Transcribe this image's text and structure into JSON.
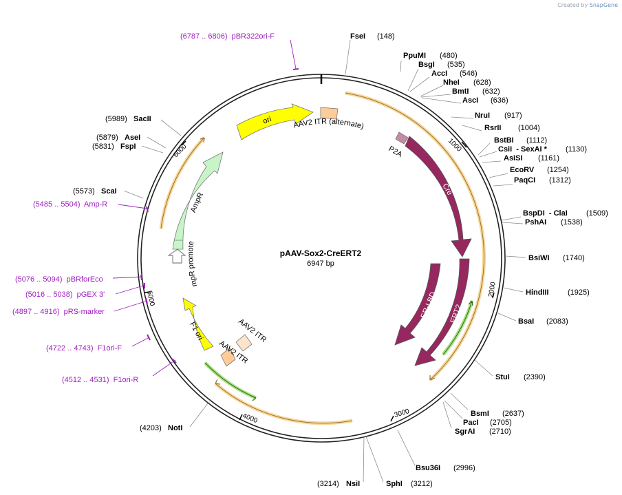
{
  "credit": {
    "prefix": "Created by",
    "brand": "SnapGene"
  },
  "plasmid": {
    "name": "pAAV-Sox2-CreERT2",
    "size_label": "6947 bp",
    "length": 6947
  },
  "ticks": [
    "1000",
    "2000",
    "3000",
    "4000",
    "5000",
    "6000"
  ],
  "sites": [
    {
      "name": "FseI",
      "pos": "(148)"
    },
    {
      "name": "PpuMI",
      "pos": "(480)"
    },
    {
      "name": "BsgI",
      "pos": "(535)"
    },
    {
      "name": "AccI",
      "pos": "(546)"
    },
    {
      "name": "NheI",
      "pos": "(628)"
    },
    {
      "name": "BmtI",
      "pos": "(632)"
    },
    {
      "name": "AscI",
      "pos": "(636)"
    },
    {
      "name": "NruI",
      "pos": "(917)"
    },
    {
      "name": "RsrII",
      "pos": "(1004)"
    },
    {
      "name": "BstBI",
      "pos": "(1112)"
    },
    {
      "name": "CsiI  - SexAI *",
      "pos": "(1130)"
    },
    {
      "name": "AsiSI",
      "pos": "(1161)"
    },
    {
      "name": "EcoRV",
      "pos": "(1254)"
    },
    {
      "name": "PaqCI",
      "pos": "(1312)"
    },
    {
      "name": "BspDI  - ClaI",
      "pos": "(1509)"
    },
    {
      "name": "PshAI",
      "pos": "(1538)"
    },
    {
      "name": "BsiWI",
      "pos": "(1740)"
    },
    {
      "name": "HindIII",
      "pos": "(1925)"
    },
    {
      "name": "BsaI",
      "pos": "(2083)"
    },
    {
      "name": "StuI",
      "pos": "(2390)"
    },
    {
      "name": "BsmI",
      "pos": "(2637)"
    },
    {
      "name": "PacI",
      "pos": "(2705)"
    },
    {
      "name": "SgrAI",
      "pos": "(2710)"
    },
    {
      "name": "Bsu36I",
      "pos": "(2996)"
    },
    {
      "name": "SphI",
      "pos": "(3212)"
    },
    {
      "name": "NsiI",
      "pos": "(3214)"
    },
    {
      "name": "NotI",
      "pos": "(4203)"
    },
    {
      "name": "ScaI",
      "pos": "(5573)"
    },
    {
      "name": "FspI",
      "pos": "(5831)"
    },
    {
      "name": "AseI",
      "pos": "(5879)"
    },
    {
      "name": "SacII",
      "pos": "(5989)"
    }
  ],
  "primers": [
    {
      "label": "(6787 .. 6806)  pBR322ori-F"
    },
    {
      "label": "(5485 .. 5504)  Amp-R"
    },
    {
      "label": "(5076 .. 5094)  pBRforEco"
    },
    {
      "label": "(5016 .. 5038)  pGEX 3'"
    },
    {
      "label": "(4897 .. 4916)  pRS-marker"
    },
    {
      "label": "(4722 .. 4743)  F1ori-F"
    },
    {
      "label": "(4512 .. 4531)  F1ori-R"
    }
  ],
  "features": {
    "ori": "ori",
    "itr_alt": "AAV2 ITR (alternate)",
    "p2a": "P2A",
    "cre": "Cre",
    "er_lbd": "ER-LBD",
    "ert2": "ERT2",
    "ampr": "AmpR",
    "ampr_promoter": "AmpR promoter",
    "f1_ori": "F1 ori",
    "itr1": "AAV2 ITR",
    "itr2": "AAV2 ITR"
  },
  "colors": {
    "backbone": "#222222",
    "cre": "#96285f",
    "ori": "#ffff00",
    "ampr": "#c8f5c8",
    "itr": "#ffcc99",
    "p2a": "#c58aa6",
    "orange_track": "#f0a030",
    "green_track": "#3a9a20",
    "primer": "#a020c0"
  }
}
